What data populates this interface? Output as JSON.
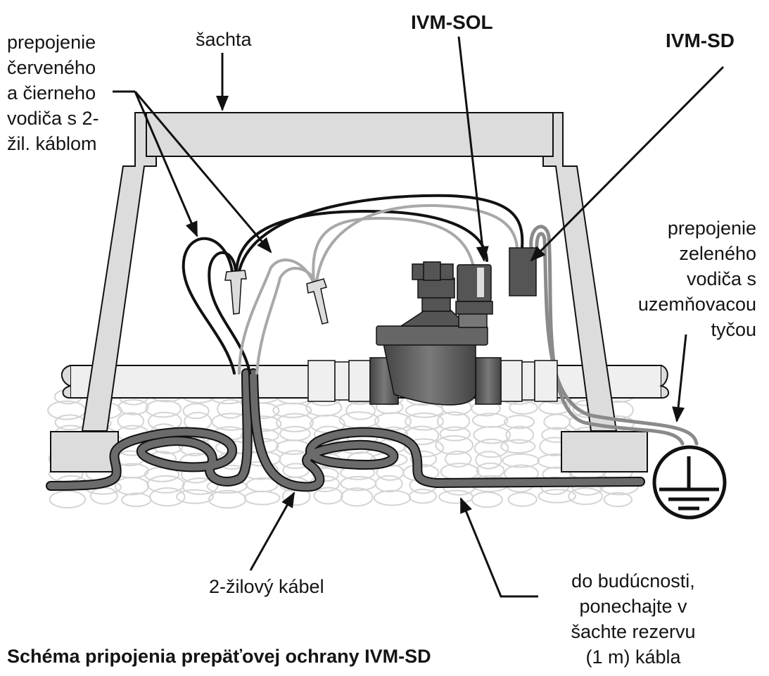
{
  "title": "Schéma pripojenia prepäťovej ochrany IVM-SD",
  "labels": {
    "wire_connection": [
      "prepojenie",
      "červeného",
      "a čierneho",
      "vodiča s 2-",
      "žil. káblom"
    ],
    "shaft": "šachta",
    "ivm_sol": "IVM-SOL",
    "ivm_sd": "IVM-SD",
    "ground_connection": [
      "prepojenie",
      "zeleného",
      "vodiča s",
      "uzemňovacou",
      "tyčou"
    ],
    "two_wire_cable": "2-žilový kábel",
    "reserve_note": [
      "do budúcnosti,",
      "ponechajte v",
      "šachte rezervu",
      "(1 m) kábla"
    ]
  },
  "components": {
    "valve_box": "šachta",
    "solenoid": "IVM-SOL",
    "surge_device": "IVM-SD",
    "wire_connectors": 2,
    "ground_symbol": "earth-ground"
  },
  "colors": {
    "outline": "#111111",
    "box_fill": "#dcdcdc",
    "pipe_fill": "#efefef",
    "valve_dark": "#555555",
    "cable_gray": "#6b6b6b",
    "wire_black": "#111111",
    "wire_gray": "#a8a8a8",
    "gravel": "#d6d6d6"
  }
}
